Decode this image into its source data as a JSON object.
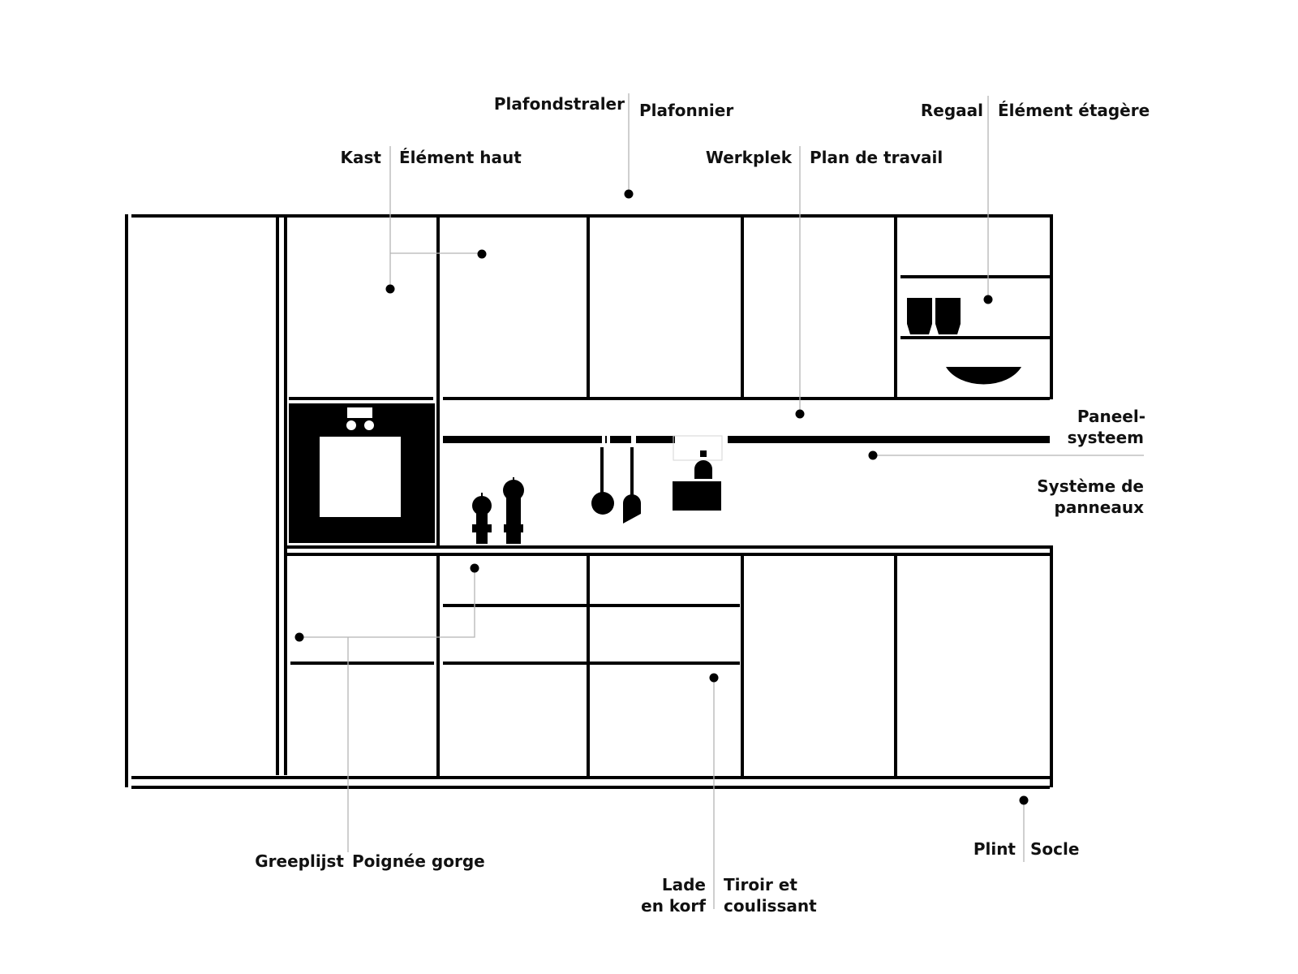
{
  "diagram": {
    "title": "Kitchen elements glossary (Dutch | French)",
    "colors": {
      "ink": "#000000",
      "leader": "#b5b5b5",
      "background": "#ffffff"
    },
    "labels": {
      "ceiling_light": {
        "nl": "Plafondstraler",
        "fr": "Plafonnier"
      },
      "cabinet": {
        "nl": "Kast",
        "fr": "Élément haut"
      },
      "worktop": {
        "nl": "Werkplek",
        "fr": "Plan de travail"
      },
      "shelf": {
        "nl": "Regaal",
        "fr": "Élément étagère"
      },
      "panel_system": {
        "nl_line1": "Paneel-",
        "nl_line2": "systeem",
        "fr_line1": "Système de",
        "fr_line2": "panneaux"
      },
      "handle_rail": {
        "nl": "Greeplijst",
        "fr": "Poignée gorge"
      },
      "drawer": {
        "nl_line1": "Lade",
        "nl_line2": "en korf",
        "fr_line1": "Tiroir et",
        "fr_line2": "coulissant"
      },
      "plinth": {
        "nl": "Plint",
        "fr": "Socle"
      }
    },
    "objects": [
      "tall-cabinet",
      "wall-cabinets",
      "oven",
      "panel-rail",
      "ladle",
      "spatula",
      "pepper-mill-small",
      "pepper-mill-large",
      "bottle-box",
      "cups",
      "bowl",
      "base-cabinets",
      "drawers",
      "plinth"
    ]
  }
}
